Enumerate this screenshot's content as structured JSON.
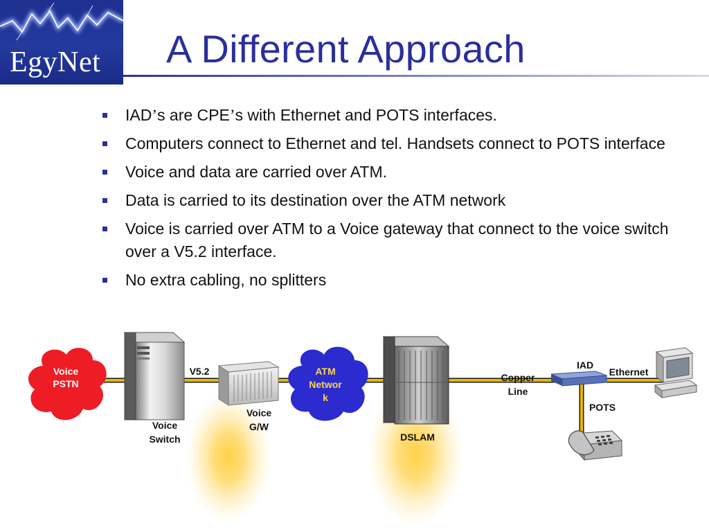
{
  "logo": {
    "text": "EgyNet"
  },
  "title": "A Different Approach",
  "bullets": [
    {
      "parts": [
        "IAD",
        "’",
        "s are CPE",
        "’",
        "s with Ethernet and POTS interfaces."
      ]
    },
    {
      "text": "Computers connect to Ethernet and tel. Handsets connect to POTS interface"
    },
    {
      "text": "Voice and data are carried over ATM."
    },
    {
      "text": "Data is carried to its destination over the ATM network"
    },
    {
      "text": "Voice is carried over ATM to a Voice gateway that connect to the voice switch over a V5.2 interface."
    },
    {
      "text": "No extra cabling, no splitters"
    }
  ],
  "diagram": {
    "voice_pstn": [
      "Voice",
      "PSTN"
    ],
    "v52": "V5.2",
    "voice_switch": [
      "Voice",
      "Switch"
    ],
    "voice_gw": [
      "Voice",
      "G/W"
    ],
    "atm_network": [
      "ATM",
      "Networ",
      "k"
    ],
    "dslam": "DSLAM",
    "copper_line": [
      "Copper",
      "Line"
    ],
    "iad": "IAD",
    "ethernet": "Ethernet",
    "pots": "POTS"
  },
  "colors": {
    "title": "#2a2f9c",
    "bullet_mark": "#2a2f9c",
    "line": "#e8b800",
    "pstn_cloud": "#ee1c24",
    "atm_cloud": "#2b2bd0",
    "glow": "#ffd24a"
  }
}
